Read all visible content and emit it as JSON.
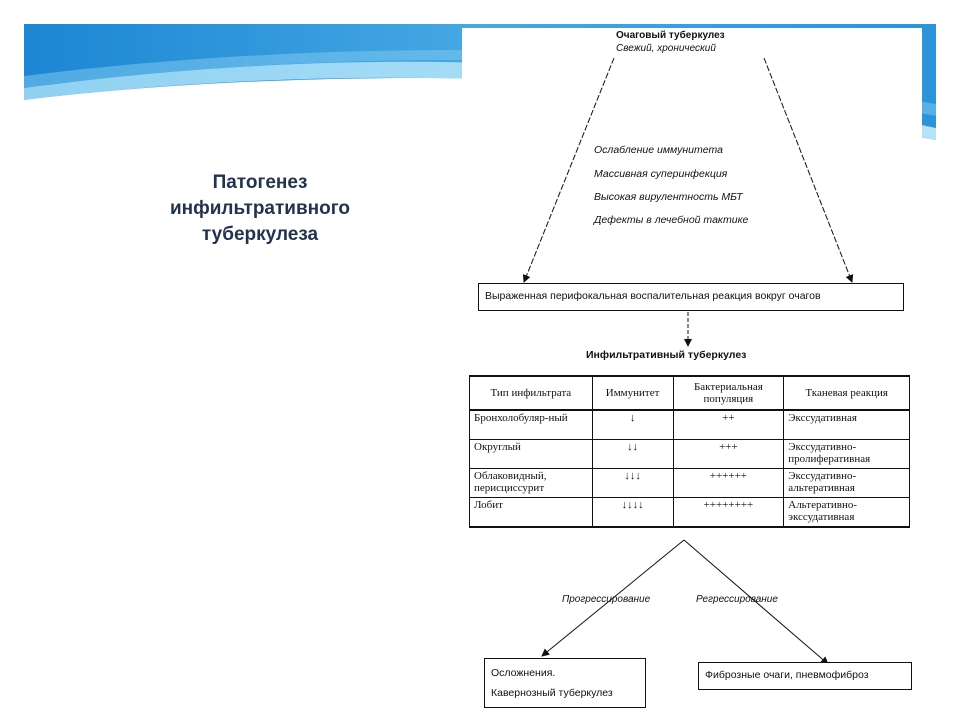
{
  "slide_title": [
    "Патогенез",
    "инфильтративного",
    "туберкулеза"
  ],
  "diagram": {
    "top": {
      "title": "Очаговый туберкулез",
      "subtitle": "Свежий, хронический"
    },
    "factors": [
      "Ослабление иммунитета",
      "Массивная суперинфекция",
      "Высокая вирулентность МБТ",
      "Дефекты в лечебной тактике"
    ],
    "reaction_box": "Выраженная перифокальная воспалительная реакция вокруг очагов",
    "table_title": "Инфильтративный туберкулез",
    "table": {
      "headers": [
        "Тип инфильтрата",
        "Иммунитет",
        "Бактериальная популяция",
        "Тканевая реакция"
      ],
      "rows": [
        [
          "Бронхолобуляр-ный",
          "↓",
          "++",
          "Экссудативная"
        ],
        [
          "Округлый",
          "↓↓",
          "+++",
          "Экссудативно-пролиферативная"
        ],
        [
          "Облаковидный, перисциссурит",
          "↓↓↓",
          "++++++",
          "Экссудативно-альтеративная"
        ],
        [
          "Лобит",
          "↓↓↓↓",
          "++++++++",
          "Альтеративно-экссудативная"
        ]
      ]
    },
    "branch_left": "Прогрессирование",
    "branch_right": "Регрессирование",
    "outcome_left": [
      "Осложнения.",
      "Кавернозный туберкулез"
    ],
    "outcome_right": "Фиброзные очаги, пневмофиброз"
  },
  "colors": {
    "title": "#23334f",
    "banner_dark": "#1f8fd8",
    "banner_light": "#8fd4f4"
  }
}
